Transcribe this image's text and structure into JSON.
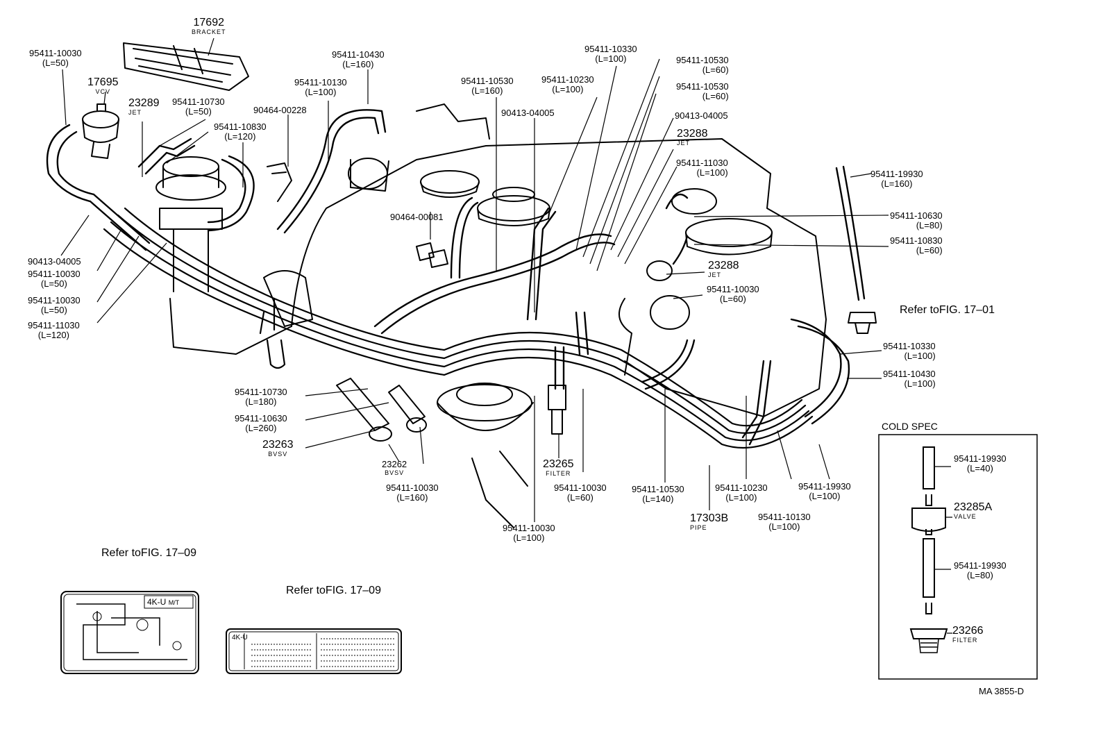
{
  "parts": {
    "p17692": {
      "num": "17692",
      "name": "BRACKET"
    },
    "p95411_10030_a": {
      "num": "95411-10030",
      "len": "(L=50)"
    },
    "p17695": {
      "num": "17695",
      "name": "VCV"
    },
    "p23289": {
      "num": "23289",
      "name": "JET"
    },
    "p95411_10730_a": {
      "num": "95411-10730",
      "len": "(L=50)"
    },
    "p95411_10830_a": {
      "num": "95411-10830",
      "len": "(L=120)"
    },
    "p90464_00228": {
      "num": "90464-00228"
    },
    "p95411_10430_a": {
      "num": "95411-10430",
      "len": "(L=160)"
    },
    "p95411_10130_a": {
      "num": "95411-10130",
      "len": "(L=100)"
    },
    "p95411_10530_a": {
      "num": "95411-10530",
      "len": "(L=160)"
    },
    "p95411_10230_a": {
      "num": "95411-10230",
      "len": "(L=100)"
    },
    "p95411_10330_a": {
      "num": "95411-10330",
      "len": "(L=100)"
    },
    "p95411_10530_b": {
      "num": "95411-10530",
      "len": "(L=60)"
    },
    "p95411_10530_c": {
      "num": "95411-10530",
      "len": "(L=60)"
    },
    "p90413_04005_a": {
      "num": "90413-04005"
    },
    "p90413_04005_b": {
      "num": "90413-04005"
    },
    "p23288_a": {
      "num": "23288",
      "name": "JET"
    },
    "p95411_11030_a": {
      "num": "95411-11030",
      "len": "(L=100)"
    },
    "p95411_19930_a": {
      "num": "95411-19930",
      "len": "(L=160)"
    },
    "p95411_10630_a": {
      "num": "95411-10630",
      "len": "(L=80)"
    },
    "p95411_10830_b": {
      "num": "95411-10830",
      "len": "(L=60)"
    },
    "p90464_00081": {
      "num": "90464-00081"
    },
    "p23288_b": {
      "num": "23288",
      "name": "JET"
    },
    "p95411_10030_b": {
      "num": "95411-10030",
      "len": "(L=60)"
    },
    "p90413_04005_c": {
      "num": "90413-04005"
    },
    "p95411_10030_c": {
      "num": "95411-10030",
      "len": "(L=50)"
    },
    "p95411_10030_d": {
      "num": "95411-10030",
      "len": "(L=50)"
    },
    "p95411_11030_b": {
      "num": "95411-11030",
      "len": "(L=120)"
    },
    "p95411_10330_b": {
      "num": "95411-10330",
      "len": "(L=100)"
    },
    "p95411_10430_b": {
      "num": "95411-10430",
      "len": "(L=100)"
    },
    "p95411_10730_b": {
      "num": "95411-10730",
      "len": "(L=180)"
    },
    "p95411_10630_b": {
      "num": "95411-10630",
      "len": "(L=260)"
    },
    "p23263": {
      "num": "23263",
      "name": "BVSV"
    },
    "p23262": {
      "num": "23262",
      "name": "BVSV"
    },
    "p95411_10030_e": {
      "num": "95411-10030",
      "len": "(L=160)"
    },
    "p23265": {
      "num": "23265",
      "name": "FILTER"
    },
    "p95411_10030_f": {
      "num": "95411-10030",
      "len": "(L=60)"
    },
    "p95411_10030_g": {
      "num": "95411-10030",
      "len": "(L=100)"
    },
    "p95411_10530_d": {
      "num": "95411-10530",
      "len": "(L=140)"
    },
    "p17303b": {
      "num": "17303B",
      "name": "PIPE"
    },
    "p95411_10230_b": {
      "num": "95411-10230",
      "len": "(L=100)"
    },
    "p95411_10130_b": {
      "num": "95411-10130",
      "len": "(L=100)"
    },
    "p95411_19930_b": {
      "num": "95411-19930",
      "len": "(L=100)"
    }
  },
  "refs": {
    "fig1701": {
      "line1": "Refer to",
      "line2": "FIG. 17–01"
    },
    "fig1709a": {
      "line1": "Refer to",
      "line2": "FIG. 17–09"
    },
    "fig1709b": {
      "line1": "Refer to",
      "line2": "FIG. 17–09"
    }
  },
  "label_plates": {
    "plate_a": "4K-U",
    "plate_a_tag": "M/T",
    "plate_b": "4K-U"
  },
  "cold_spec": {
    "title": "COLD SPEC",
    "c19930_a": {
      "num": "95411-19930",
      "len": "(L=40)"
    },
    "c23285a": {
      "num": "23285A",
      "name": "VALVE"
    },
    "c19930_b": {
      "num": "95411-19930",
      "len": "(L=80)"
    },
    "c23266": {
      "num": "23266",
      "name": "FILTER"
    }
  },
  "drawing_code": "MA 3855-D"
}
